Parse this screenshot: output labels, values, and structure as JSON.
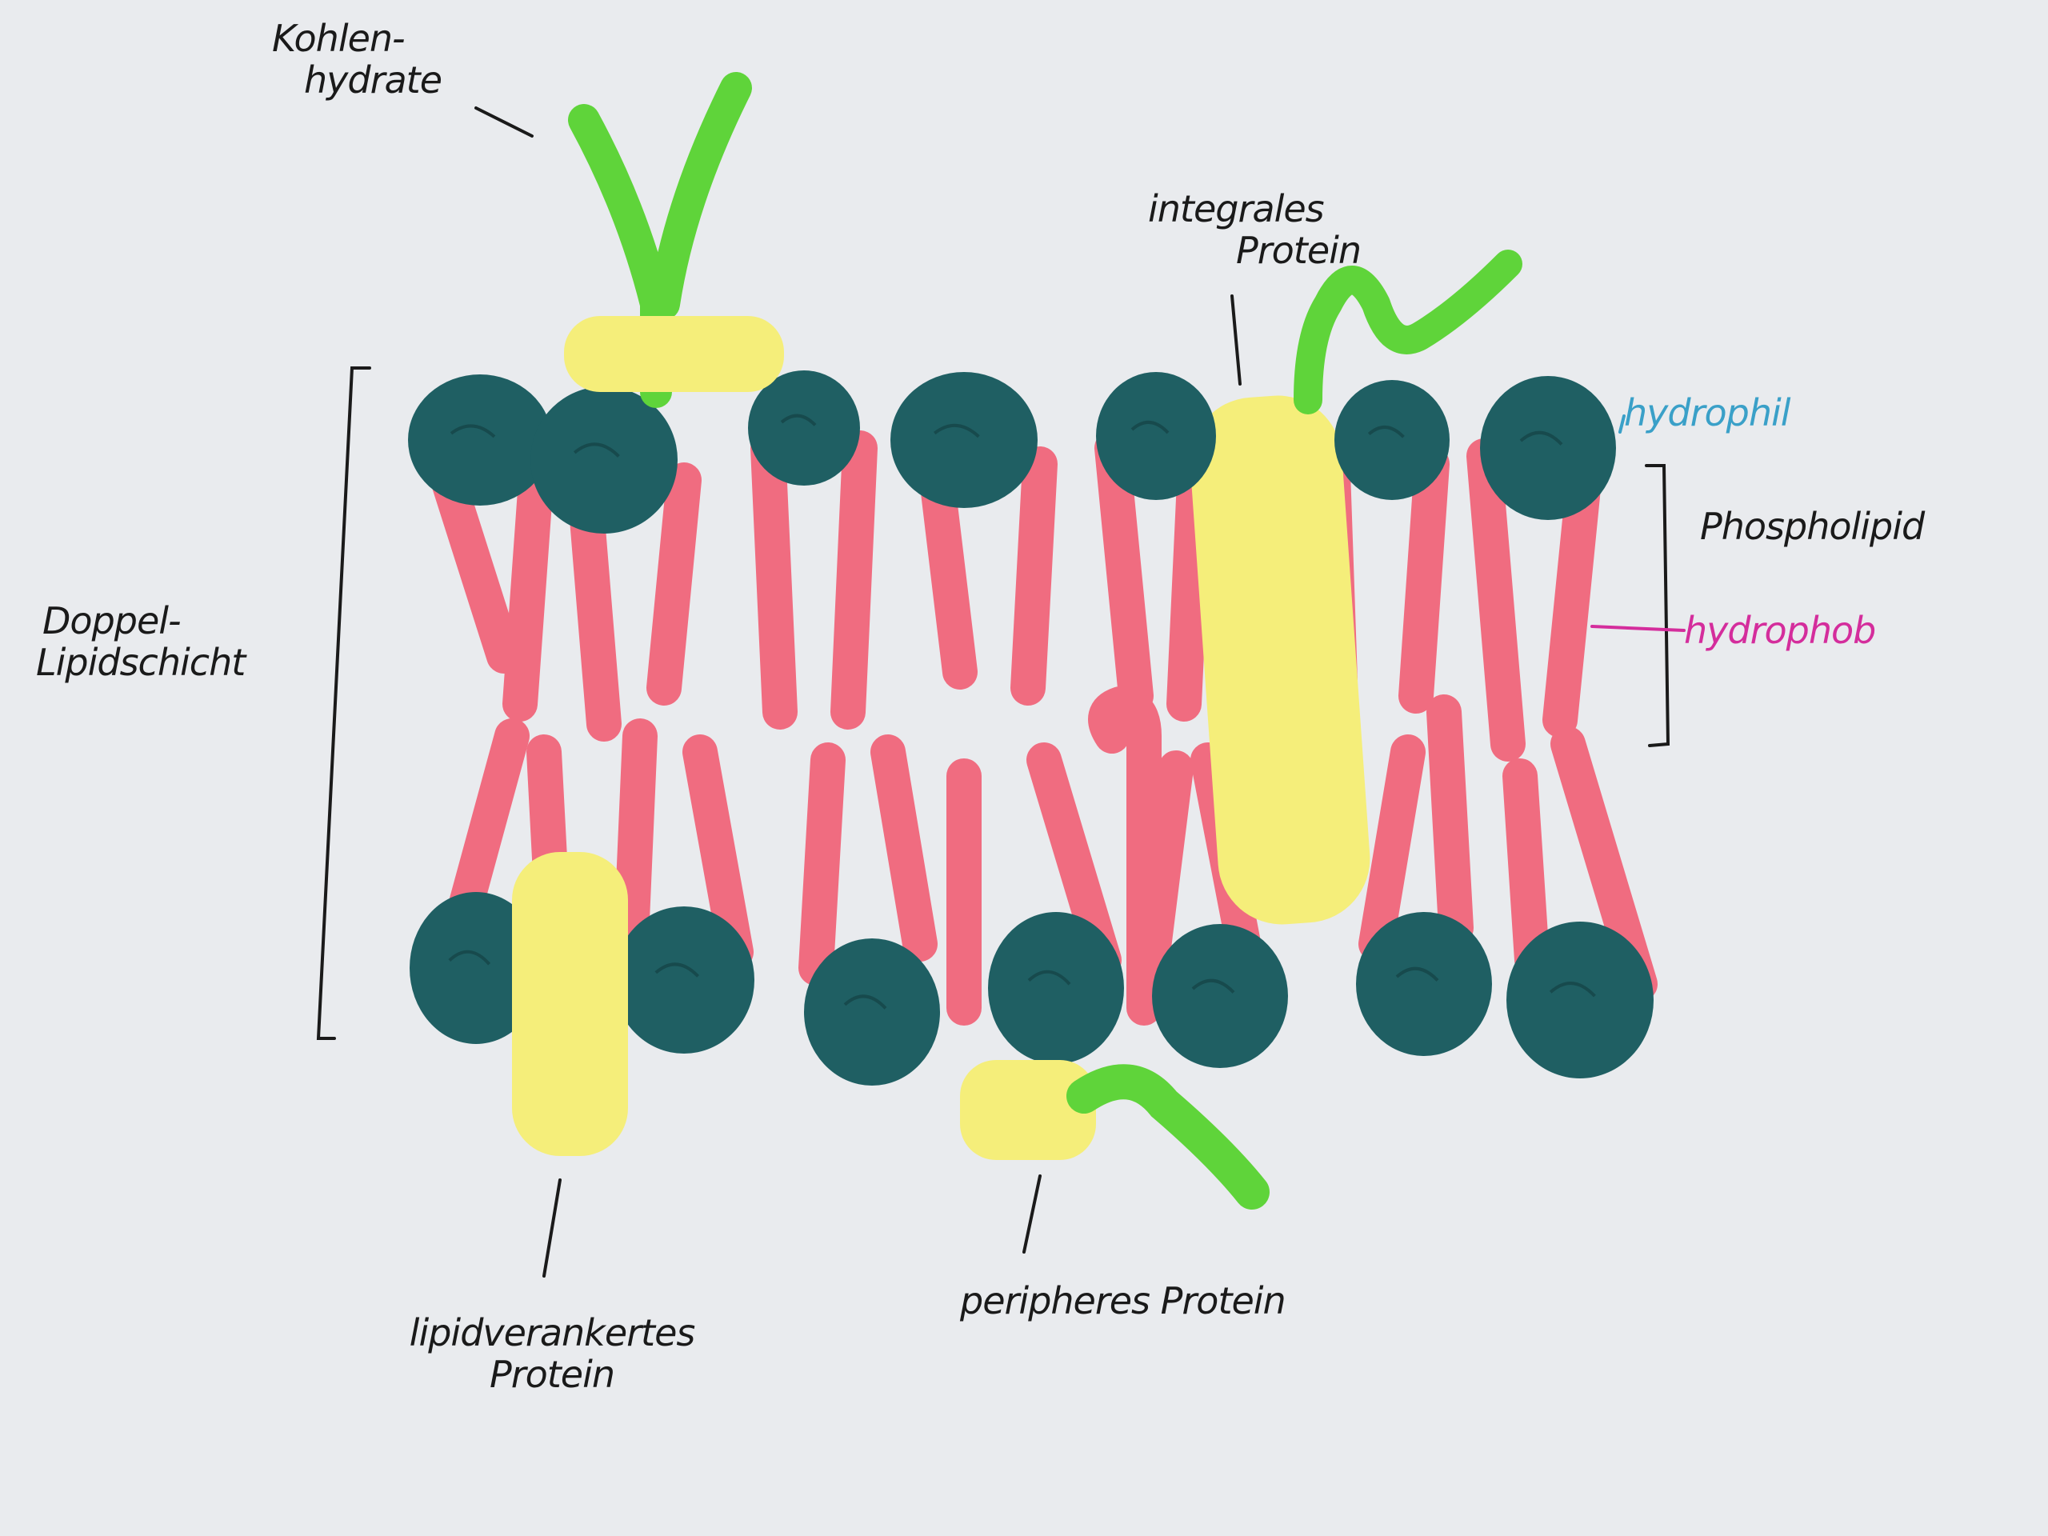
{
  "labels": {
    "kohlenhydrate": [
      "Kohlen-",
      "hydrate"
    ],
    "integrales": [
      "integrales",
      "Protein"
    ],
    "hydrophil": "hydrophil",
    "phospholipid": "Phospholipid",
    "hydrophob": "hydrophob",
    "doppel": [
      "Doppel-",
      "Lipidschicht"
    ],
    "lipidverankert": [
      "lipidverankertes",
      "Protein"
    ],
    "peripheres": "peripheres Protein"
  },
  "colors": {
    "paper": "#e9ebee",
    "ink": "#1a1a1a",
    "head": "#1f5f63",
    "tail": "#f06c80",
    "protein": "#f5ee7a",
    "carbohydrate": "#5fd43a",
    "hydrophil": "#3aa0c8",
    "hydrophob": "#d42d9c"
  }
}
